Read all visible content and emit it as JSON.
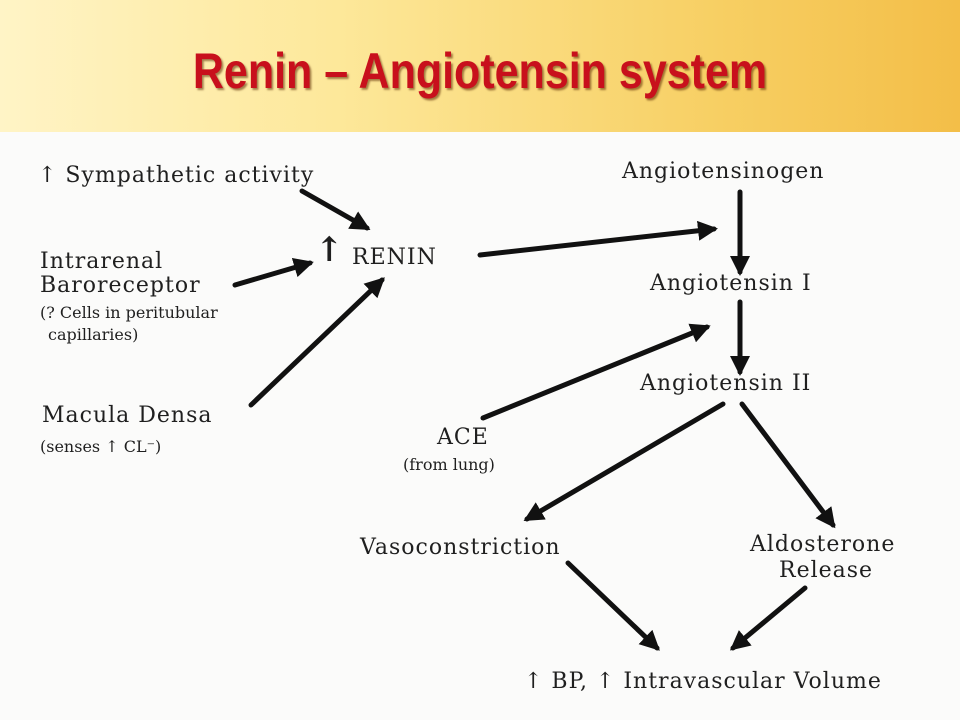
{
  "slide": {
    "title": "Renin – Angiotensin system"
  },
  "diagram": {
    "sympathetic": "↑ Sympathetic activity",
    "intrarenal_line1": "Intrarenal",
    "intrarenal_line2": "Baroreceptor",
    "intrarenal_note1": "(? Cells in peritubular",
    "intrarenal_note2": "capillaries)",
    "macula_densa": "Macula Densa",
    "macula_note": "(senses ↑ CL⁻)",
    "renin_arrow": "↑",
    "renin": "RENIN",
    "angiotensinogen": "Angiotensinogen",
    "angiotensin_1": "Angiotensin I",
    "angiotensin_2": "Angiotensin II",
    "ace": "ACE",
    "ace_note": "(from lung)",
    "vasoconstriction": "Vasoconstriction",
    "aldosterone_line1": "Aldosterone",
    "aldosterone_line2": "Release",
    "outcome": "↑ BP, ↑ Intravascular Volume"
  },
  "colors": {
    "title": "#c8101c",
    "header_gradient_start": "#fff4c6",
    "header_gradient_end": "#f3be48",
    "ink": "#1f1f1f"
  }
}
